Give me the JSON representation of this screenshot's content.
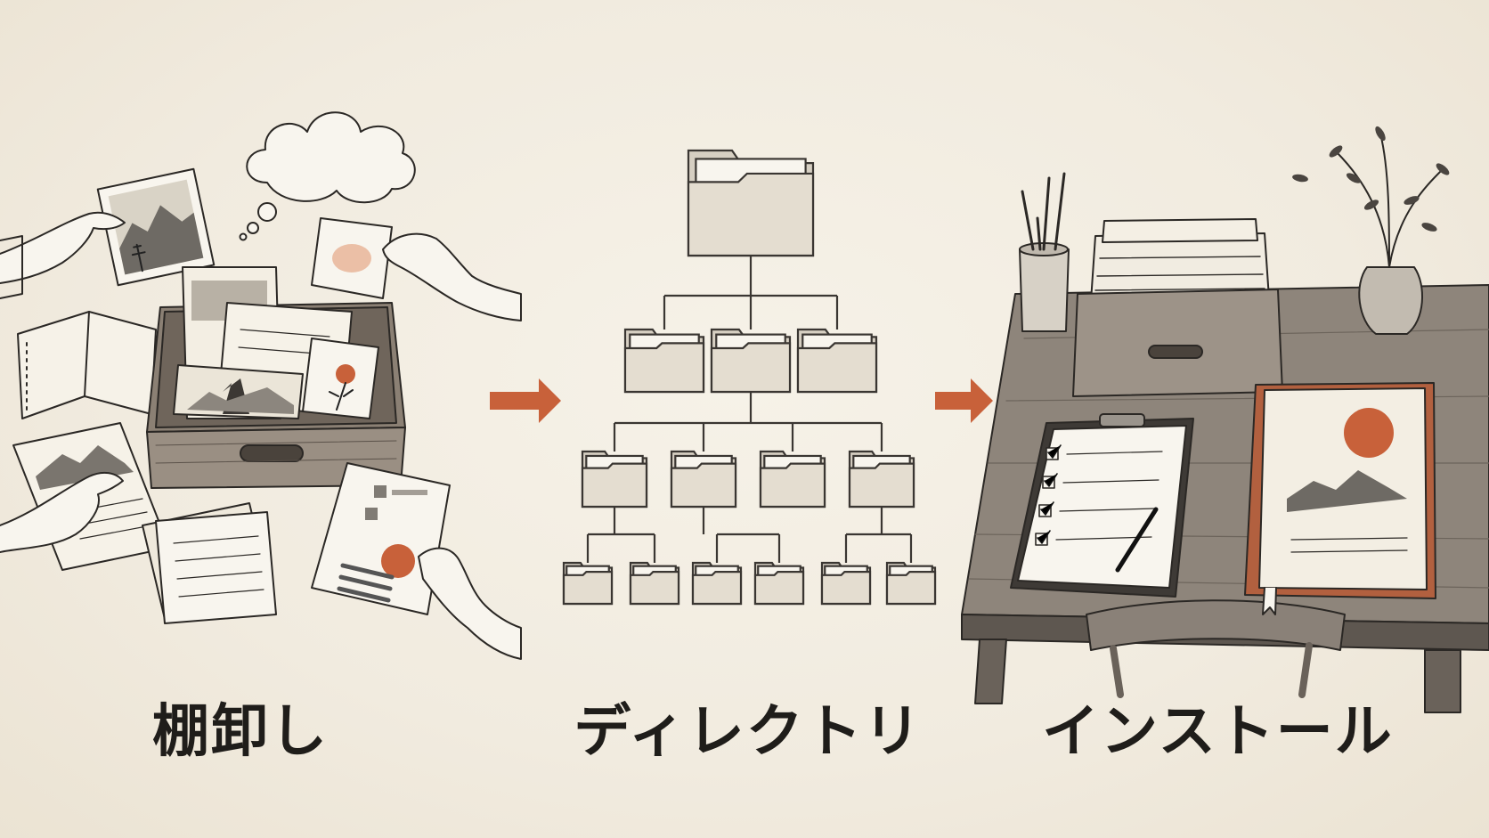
{
  "steps": [
    {
      "id": "inventory",
      "label": "棚卸し",
      "illustration": "hands-sorting-photos-into-box"
    },
    {
      "id": "directory",
      "label": "ディレクトリ",
      "illustration": "folder-tree"
    },
    {
      "id": "install",
      "label": "インストール",
      "illustration": "organized-desk"
    }
  ],
  "colors": {
    "background": "#f2ede2",
    "ink": "#1f1d1a",
    "accent": "#c8613a",
    "paper": "#f4efe4",
    "folder": "#e4ddd0",
    "wood": "#7a6e62"
  },
  "tree": {
    "levels": [
      1,
      3,
      4,
      6
    ]
  }
}
